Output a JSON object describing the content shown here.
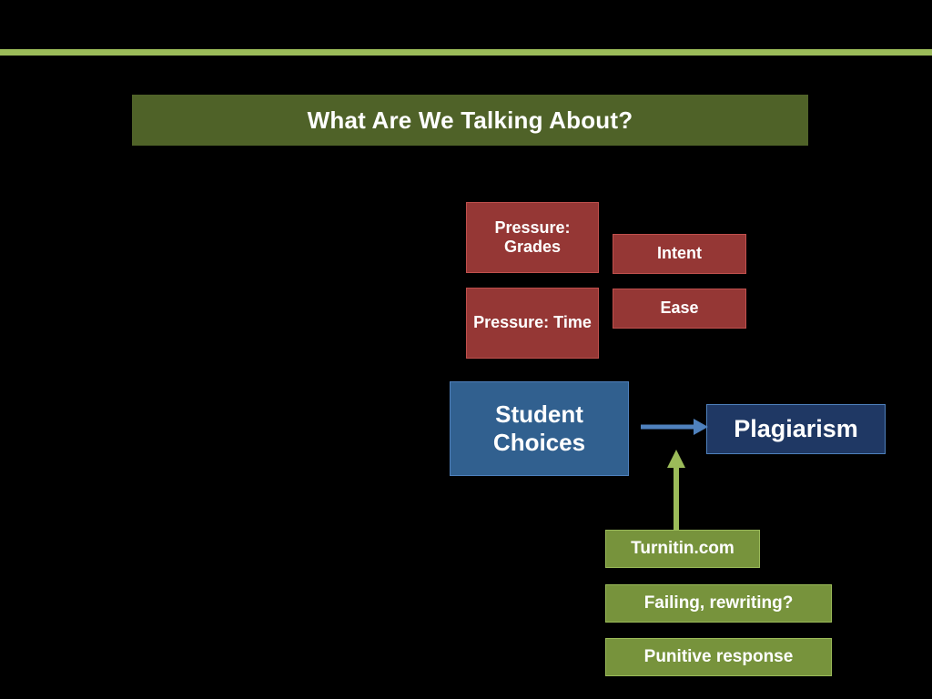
{
  "slide": {
    "background_color": "#000000",
    "accent_rule_color": "#9bbb59",
    "title": "What Are We Talking About?",
    "title_bg_color": "#4f6228"
  },
  "diagram": {
    "nodes": [
      {
        "id": "pressure-grades",
        "label": "Pressure: Grades",
        "color": "#953735",
        "group": "pressures"
      },
      {
        "id": "pressure-time",
        "label": "Pressure: Time",
        "color": "#953735",
        "group": "pressures"
      },
      {
        "id": "intent",
        "label": "Intent",
        "color": "#953735",
        "group": "factors"
      },
      {
        "id": "ease",
        "label": "Ease",
        "color": "#953735",
        "group": "factors"
      },
      {
        "id": "student-choices",
        "label": "Student Choices",
        "color": "#31608f",
        "group": "center"
      },
      {
        "id": "plagiarism",
        "label": "Plagiarism",
        "color": "#1f3864",
        "group": "outcome"
      },
      {
        "id": "turnitin",
        "label": "Turnitin.com",
        "color": "#77933c",
        "group": "responses"
      },
      {
        "id": "failing",
        "label": "Failing, rewriting?",
        "color": "#77933c",
        "group": "responses"
      },
      {
        "id": "punitive",
        "label": "Punitive response",
        "color": "#77933c",
        "group": "responses"
      }
    ],
    "edges": [
      {
        "id": "choices-to-plagiarism",
        "from": "student-choices",
        "to": "plagiarism",
        "color": "#4f81bd",
        "direction": "right"
      },
      {
        "id": "turnitin-to-plagiarism",
        "from": "turnitin",
        "to": "plagiarism",
        "color": "#9bbb59",
        "direction": "up"
      }
    ]
  }
}
